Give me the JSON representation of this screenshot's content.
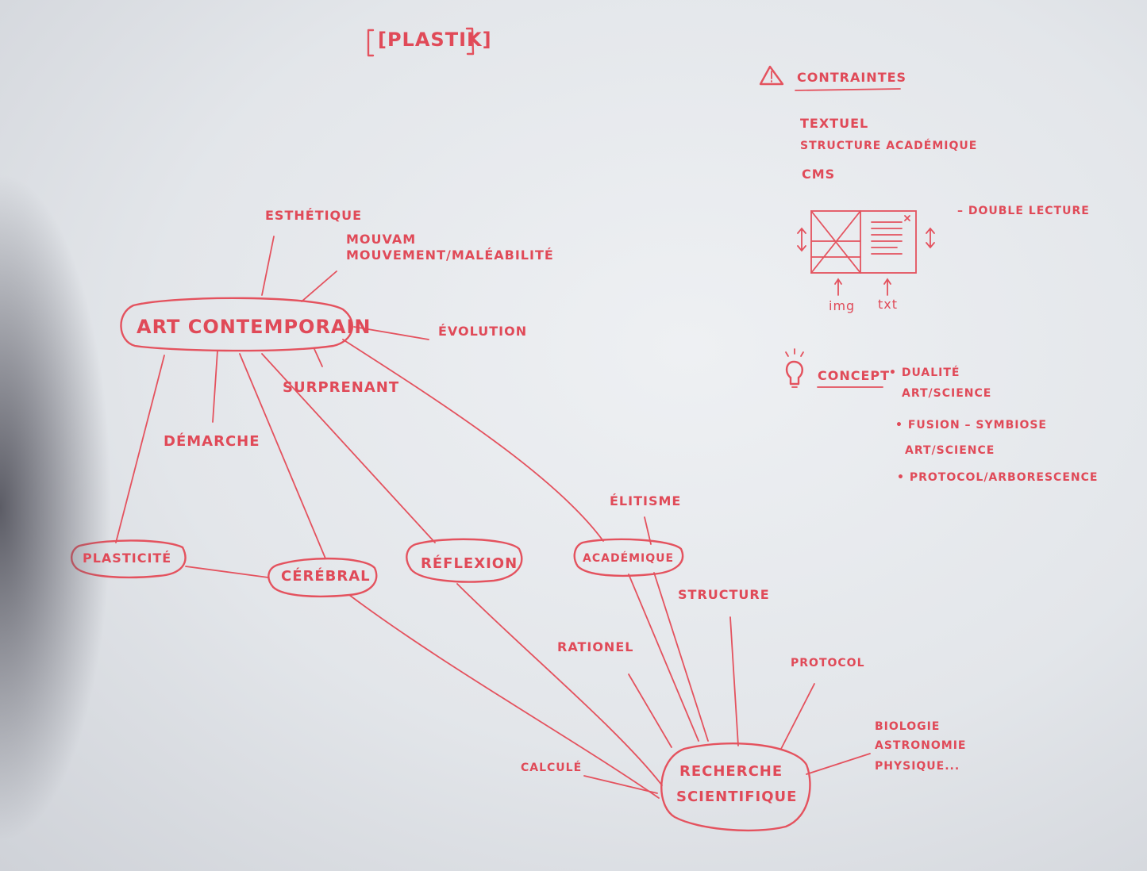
{
  "title": "[PLASTIK]",
  "map": {
    "center": "ART CONTEMPORAIN",
    "attributes": {
      "esthetique": "ESTHÉTIQUE",
      "mouvam": "MOUVAM",
      "mouvement": "MOUVEMENT/MALÉABILITÉ",
      "evolution": "ÉVOLUTION",
      "surprenant": "SURPRENANT",
      "demarche": "DÉMARCHE"
    },
    "nodes": {
      "plasticite": "PLASTICITÉ",
      "cerebral": "CÉRÉBRAL",
      "reflexion": "RÉFLEXION",
      "academique": "ACADÉMIQUE"
    },
    "academique_terms": {
      "elitisme": "ÉLITISME",
      "structure": "STRUCTURE"
    },
    "research": {
      "line1": "RECHERCHE",
      "line2": "SCIENTIFIQUE",
      "rationel": "RATIONEL",
      "protocol": "PROTOCOL",
      "calcule": "CALCULÉ",
      "fields": [
        "BIOLOGIE",
        "ASTRONOMIE",
        "PHYSIQUE..."
      ]
    }
  },
  "constraints": {
    "heading": "CONTRAINTES",
    "items": [
      "TEXTUEL",
      "STRUCTURE ACADÉMIQUE",
      "CMS"
    ],
    "double_lecture": "– DOUBLE LECTURE",
    "img_label": "img",
    "txt_label": "txt"
  },
  "concept": {
    "heading": "CONCEPT",
    "b1_line1": "• DUALITÉ",
    "b1_line2": "ART/SCIENCE",
    "b2_line1": "• FUSION – SYMBIOSE",
    "b2_line2": "ART/SCIENCE",
    "b3": "• PROTOCOL/ARBORESCENCE"
  },
  "colors": {
    "ink": "#e4525e",
    "paper": "#e8ebee"
  }
}
